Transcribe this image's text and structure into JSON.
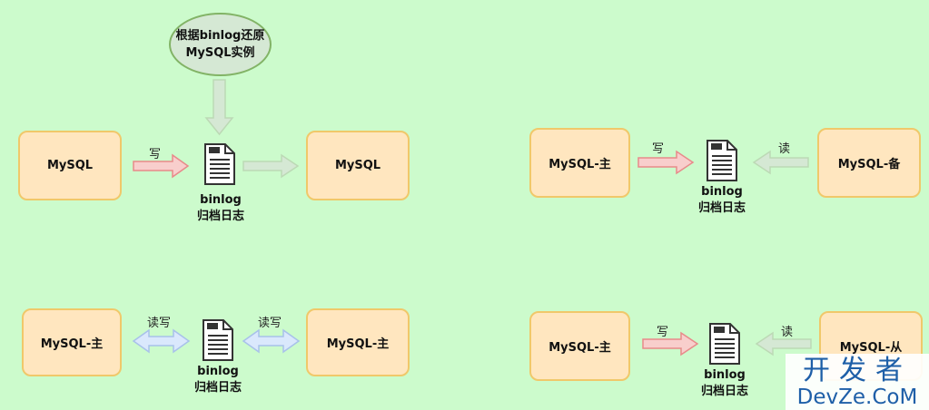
{
  "diagram_1": {
    "source_box": "MySQL",
    "target_box": "MySQL",
    "restore_note_line1": "根据binlog还原",
    "restore_note_line2": "MySQL实例",
    "write_label": "写",
    "log_name": "binlog",
    "log_desc": "归档日志"
  },
  "diagram_2": {
    "primary_box": "MySQL-主",
    "backup_box": "MySQL-备",
    "write_label": "写",
    "read_label": "读",
    "log_name": "binlog",
    "log_desc": "归档日志"
  },
  "diagram_3": {
    "left_box": "MySQL-主",
    "right_box": "MySQL-主",
    "left_rw_label": "读写",
    "right_rw_label": "读写",
    "log_name": "binlog",
    "log_desc": "归档日志"
  },
  "diagram_4": {
    "primary_box": "MySQL-主",
    "replica_box": "MySQL-从",
    "write_label": "写",
    "read_label": "读",
    "log_name": "binlog",
    "log_desc": "归档日志"
  },
  "watermark": {
    "line1": "开发者",
    "line2": "DevZe.CoM"
  },
  "colors": {
    "background": "#ccfbcc",
    "box_fill": "#ffe6bf",
    "box_border": "#f0c86a",
    "write_arrow": "#f8cecc",
    "read_arrow": "#d5e8d4",
    "readwrite_arrow": "#dae8fc"
  }
}
